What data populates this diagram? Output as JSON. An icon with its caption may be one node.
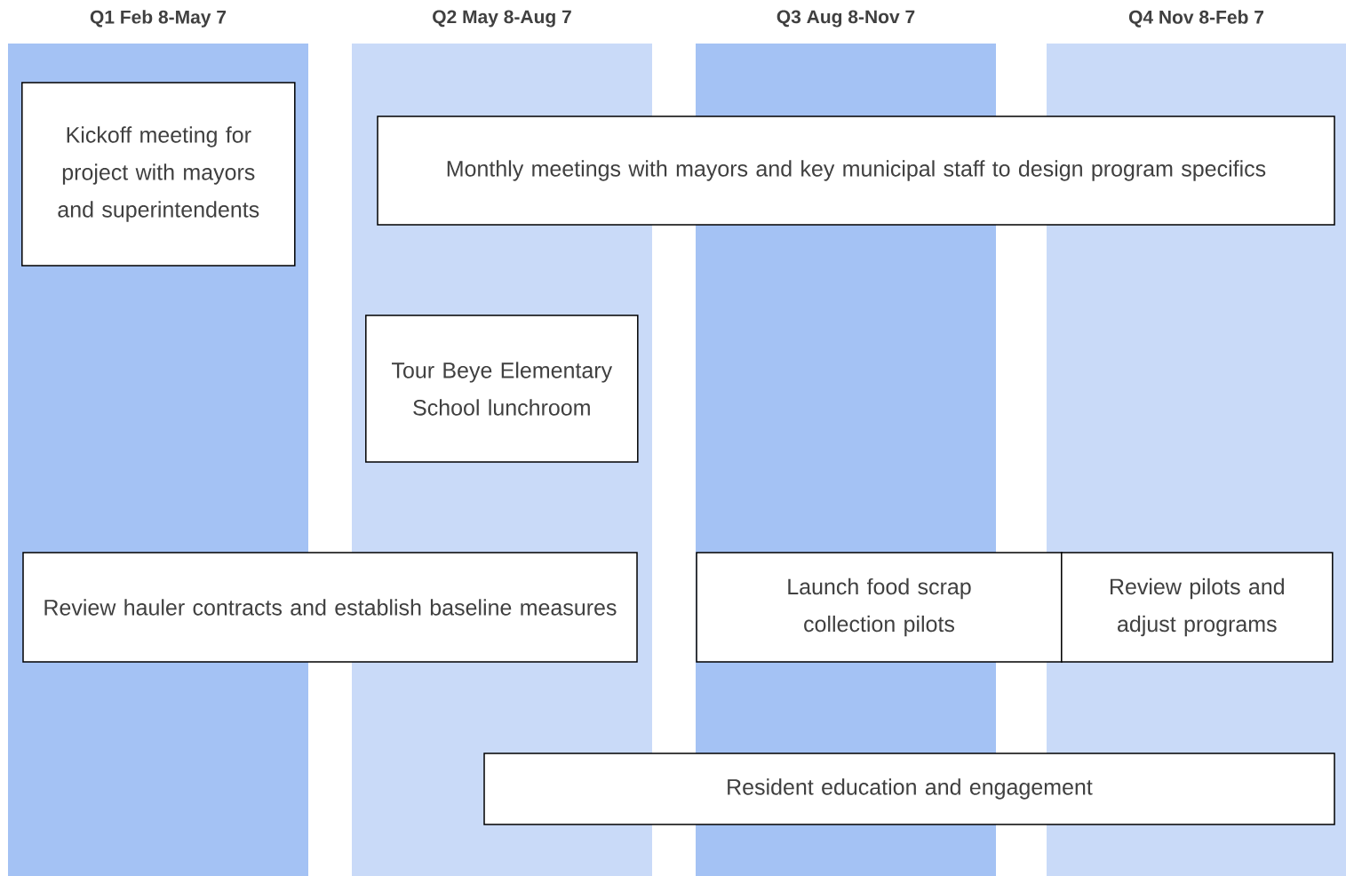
{
  "diagram": {
    "nodes": [
      {
        "text": [
          "Q1 Feb 8-May 7"
        ]
      },
      {
        "text": [
          "Q2 May 8-Aug 7"
        ]
      },
      {
        "text": [
          "Q3 Aug 8-Nov 7"
        ]
      },
      {
        "text": [
          "Q4 Nov 8-Feb 7"
        ]
      },
      {
        "text": [
          "Kickoff meeting for project with mayors and superintendents"
        ],
        "in": 0
      },
      {
        "text": [
          "Monthly meetings  with mayors and key municipal staff to design program specifics"
        ]
      },
      {
        "text": [
          "Tour Beye Elementary School lunchroom"
        ],
        "in": 1
      },
      {
        "text": [
          "Review hauler contracts and establish baseline measures"
        ]
      },
      {
        "text": [
          "Launch food scrap collection pilots"
        ]
      },
      {
        "text": [
          "Review pilots and adjust programs"
        ],
        "in": 3
      },
      {
        "text": [
          "Resident education and engagement"
        ]
      }
    ]
  }
}
